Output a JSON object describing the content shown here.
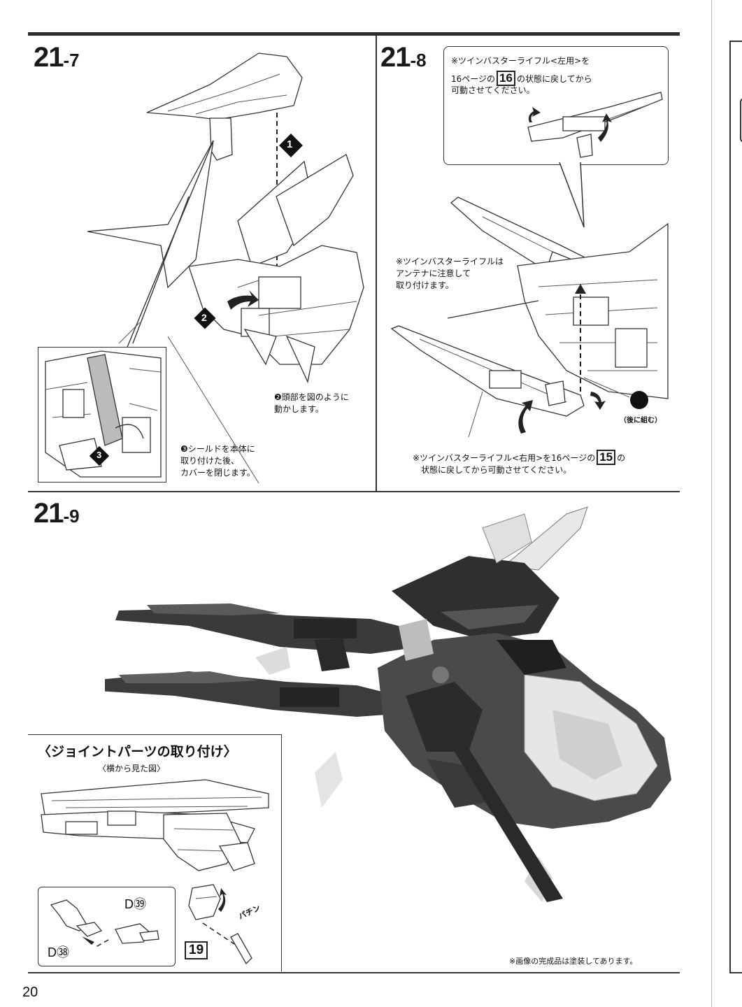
{
  "page_number": "20",
  "steps": {
    "s217": {
      "num": "21",
      "sub": "-7",
      "callout2": "❷頭部を図のように\n動かします。",
      "callout3": "❸シールドを本体に\n取り付けた後、\nカバーを閉じます。",
      "marker1": "1",
      "marker2": "2",
      "marker3": "3"
    },
    "s218": {
      "num": "21",
      "sub": "-8",
      "note_top_a": "※ツインバスターライフル<左用>を",
      "note_top_b1": "16ページの",
      "note_top_box": "16",
      "note_top_b2": "の状態に戻してから",
      "note_top_c": "可動させてください。",
      "note_mid": "※ツインバスターライフルは\nアンテナに注意して\n取り付けます。",
      "note_bottom_a1": "※ツインバスターライフル<右用>を16ページの",
      "note_bottom_box": "15",
      "note_bottom_a2": "の",
      "note_bottom_b": "状態に戻してから可動させてください。",
      "later_label": "（後に組む）"
    },
    "s219": {
      "num": "21",
      "sub": "-9",
      "joint_title": "〈ジョイントパーツの取り付け〉",
      "side_view": "〈横から見た図〉",
      "part_d39": "D㊴",
      "part_d38": "D㊳",
      "box_19": "19",
      "snap": "パチン",
      "painted_note": "※画像の完成品は塗装してあります。"
    }
  }
}
